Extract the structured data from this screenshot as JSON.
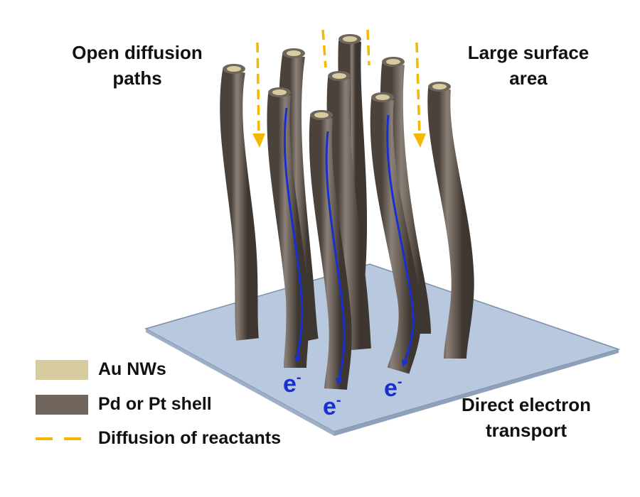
{
  "labels": {
    "open_diffusion_line1": "Open diffusion",
    "open_diffusion_line2": "paths",
    "surface_line1": "Large surface",
    "surface_line2": "area",
    "transport_line1": "Direct electron",
    "transport_line2": "transport",
    "electron": "e",
    "electron_sup": "-"
  },
  "legend": {
    "au": "Au NWs",
    "shell": "Pd or Pt shell",
    "diffusion": "Diffusion of reactants"
  },
  "colors": {
    "substrate": "#b8c8de",
    "substrate_edge": "#7d8ea8",
    "shell": "#6f655c",
    "shell_dark": "#4a423b",
    "au_core": "#d6cca0",
    "diffusion": "#f5b800",
    "electron": "#1a2fd0"
  }
}
